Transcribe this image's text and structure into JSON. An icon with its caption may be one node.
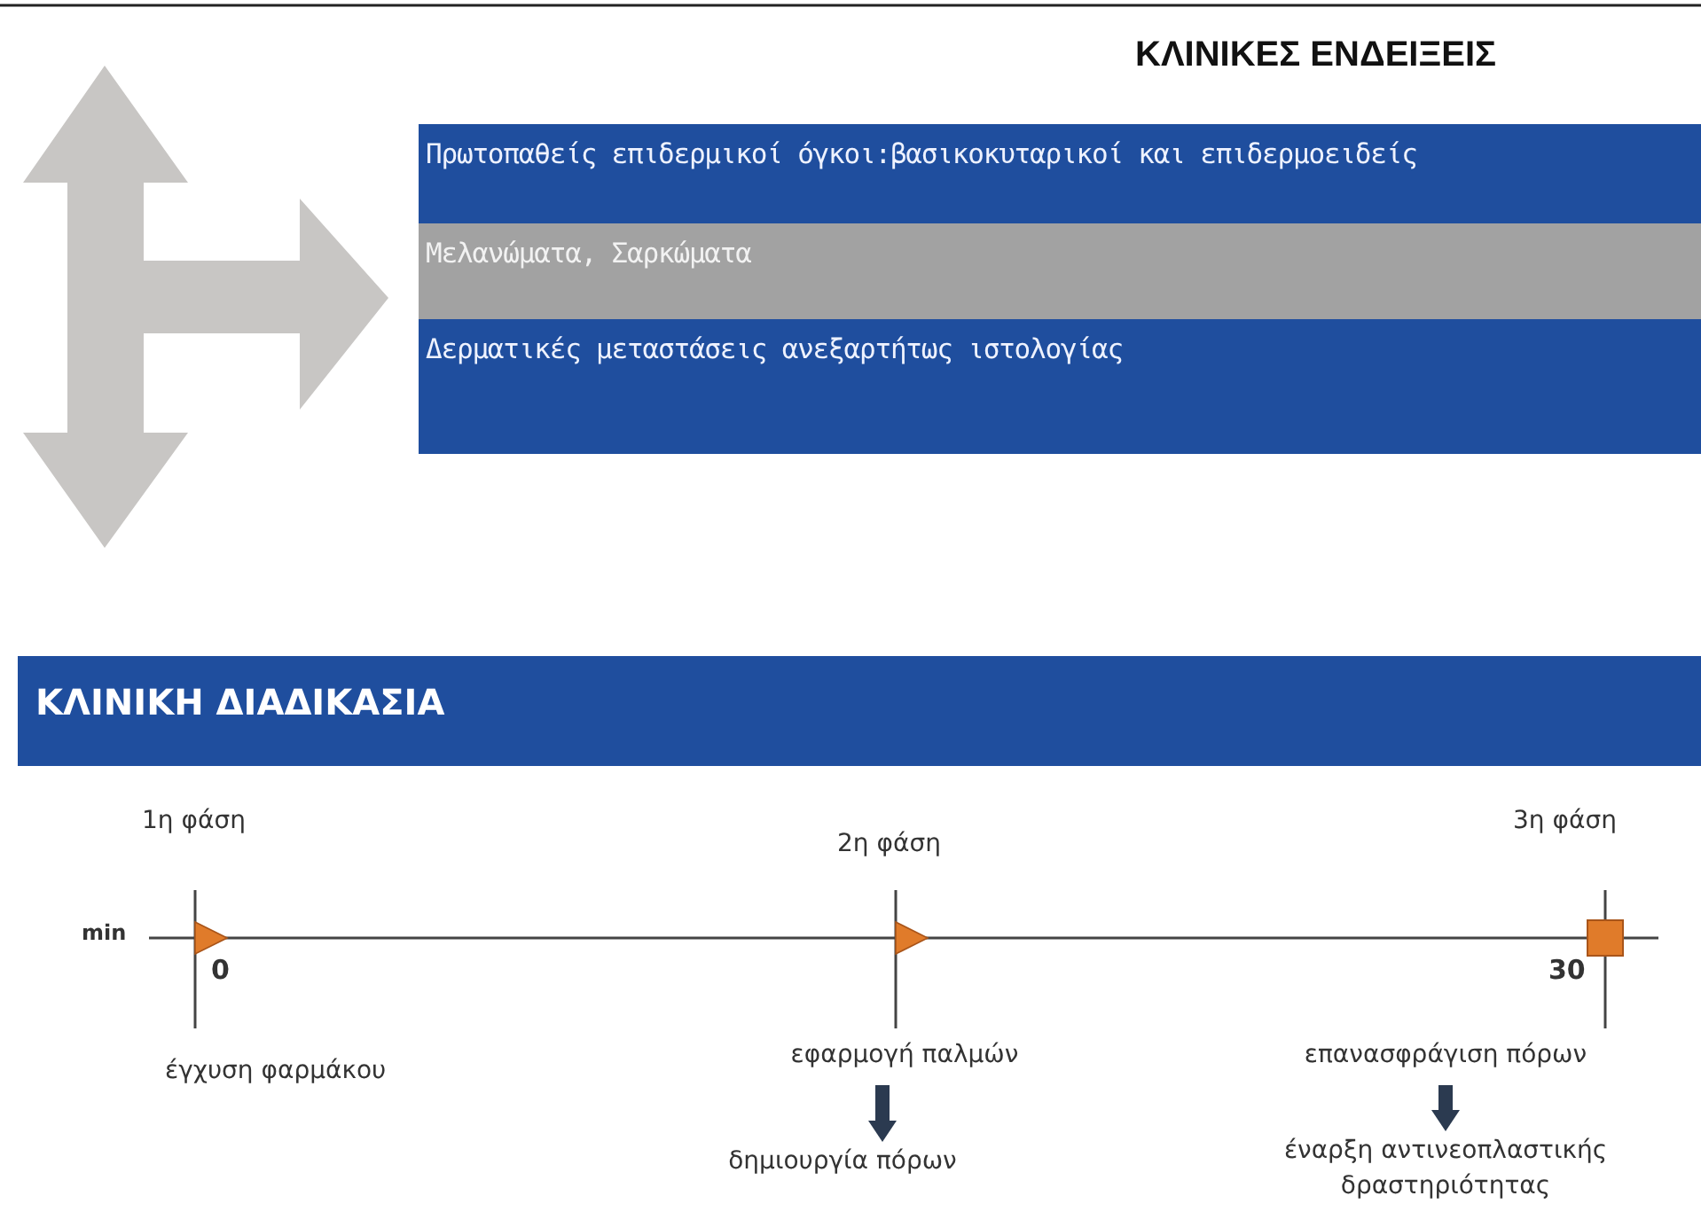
{
  "diagram": {
    "title": "ΚΛΙΝΙΚΕΣ ΕΝΔΕΙΞΕΙΣ",
    "nodes": [
      {
        "text": [
          "Πρωτοπαθείς επιδερμικοί όγκοι:βασικοκυταρικοί και επιδερμοειδείς"
        ]
      },
      {
        "text": [
          "Μελανώματα, Σαρκώματα"
        ]
      },
      {
        "text": [
          "Δερματικές μεταστάσεις ανεξαρτήτως ιστολογίας"
        ]
      },
      {
        "text": [
          "ΚΛΙΝΙΚΗ ΔΙΑΔΙΚΑΣΙΑ"
        ]
      },
      {
        "text": [
          "εφαρμογή παλμών"
        ]
      },
      {
        "text": [
          "δημιουργία πόρων"
        ]
      },
      {
        "text": [
          "επανασφράγιση πόρων"
        ]
      },
      {
        "text": [
          "έναρξη αντινεοπλαστικής δραστηριότητας"
        ]
      }
    ],
    "edges": [
      {
        "from": 4,
        "to": 5,
        "arrow": "to"
      },
      {
        "from": 6,
        "to": 7,
        "arrow": "to"
      }
    ],
    "labels": [
      "1η φάση",
      "2η φάση",
      "3η φάση",
      "min",
      "0",
      "30",
      "έγχυση φαρμάκου"
    ]
  }
}
